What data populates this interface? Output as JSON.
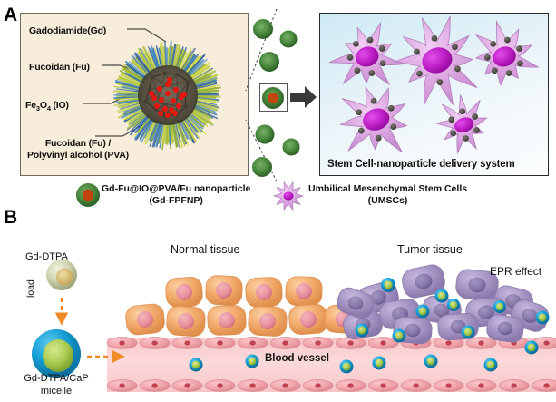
{
  "figure": {
    "panel_a_letter": "A",
    "panel_b_letter": "B"
  },
  "panel_a": {
    "nanoparticle_diagram": {
      "labels": [
        {
          "id": "gadodiamide",
          "text": "Gadodiamide(Gd)"
        },
        {
          "id": "fucoidan",
          "text": "Fucoidan (Fu)"
        },
        {
          "id": "iron_oxide",
          "text_prefix": "Fe",
          "sub1": "3",
          "text_mid": "O",
          "sub2": "4",
          "text_suffix": " (IO)",
          "full": "Fe3O4 (IO)"
        },
        {
          "id": "pva",
          "line1": "Fucoidan (Fu) /",
          "line2": "Polyvinyl alcohol (PVA)"
        }
      ],
      "background_color": "#f7edda",
      "border_color": "#6d6b5f"
    },
    "stem_cell_box": {
      "title": "Stem Cell-nanoparticle delivery system",
      "background_gradient_from": "#cfeaf4",
      "background_gradient_to": "#fbfdfe",
      "border_color": "#2b2b2b",
      "cell_color": "#dca7e0",
      "nucleus_color": "#c020c8",
      "particle_color": "#4a4a46"
    },
    "free_particles": {
      "color": "#3c7a35",
      "highlighted_core_color": "#c2440f",
      "count": 7
    },
    "arrow": {
      "name": "transfer-arrow",
      "color": "#3a3a3a"
    }
  },
  "legend": {
    "items": [
      {
        "icon": "nanoparticle-icon",
        "line1": "Gd-Fu@IO@PVA/Fu nanoparticle",
        "line2": "(Gd-FPFNP)"
      },
      {
        "icon": "stem-cell-icon",
        "line1": "Umbilical Mesenchymal Stem Cells",
        "line2": "(UMSCs)"
      }
    ]
  },
  "panel_b": {
    "gd_dtpa_label": "Gd-DTPA",
    "load_label": "load",
    "micelle_label_line1": "Gd-DTPA/CaP",
    "micelle_label_line2": "micelle",
    "normal_tissue_label": "Normal tissue",
    "tumor_tissue_label": "Tumor tissue",
    "epr_label": "EPR effect",
    "blood_vessel_label": "Blood vessel",
    "colors": {
      "normal_cell": "#f0a968",
      "normal_nucleus": "#e8909c",
      "tumor_cell": "#a695c4",
      "tumor_nucleus": "#8477a8",
      "vessel_band": "#f9c8c9",
      "endothelial_cell": "#f0a5ab",
      "endothelial_nucleus": "#c0434f",
      "micelle_shell": "#1a9fd4",
      "micelle_core": "#9ac63f",
      "arrow_dashed": "#f08a26"
    }
  }
}
